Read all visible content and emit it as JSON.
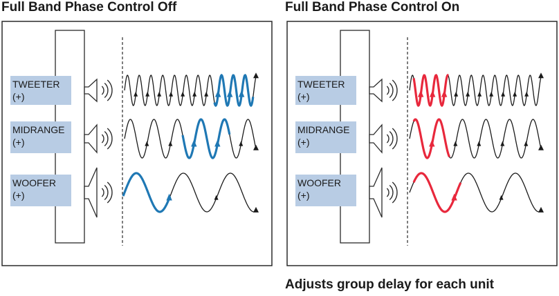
{
  "titles": {
    "left": "Full Band Phase Control Off",
    "right": "Full Band Phase Control On"
  },
  "caption": "Adjusts group delay for each unit",
  "drivers": [
    {
      "name": "TWEETER",
      "polarity": "(+)"
    },
    {
      "name": "MIDRANGE",
      "polarity": "(+)"
    },
    {
      "name": "WOOFER",
      "polarity": "(+)"
    }
  ],
  "colors": {
    "off_highlight": "#1f78b4",
    "on_highlight": "#e8283c",
    "label_bg": "#b8cce4",
    "wave": "#1a1a1a"
  },
  "icons": [
    "speaker-cone-icon",
    "sound-wave-icon"
  ]
}
